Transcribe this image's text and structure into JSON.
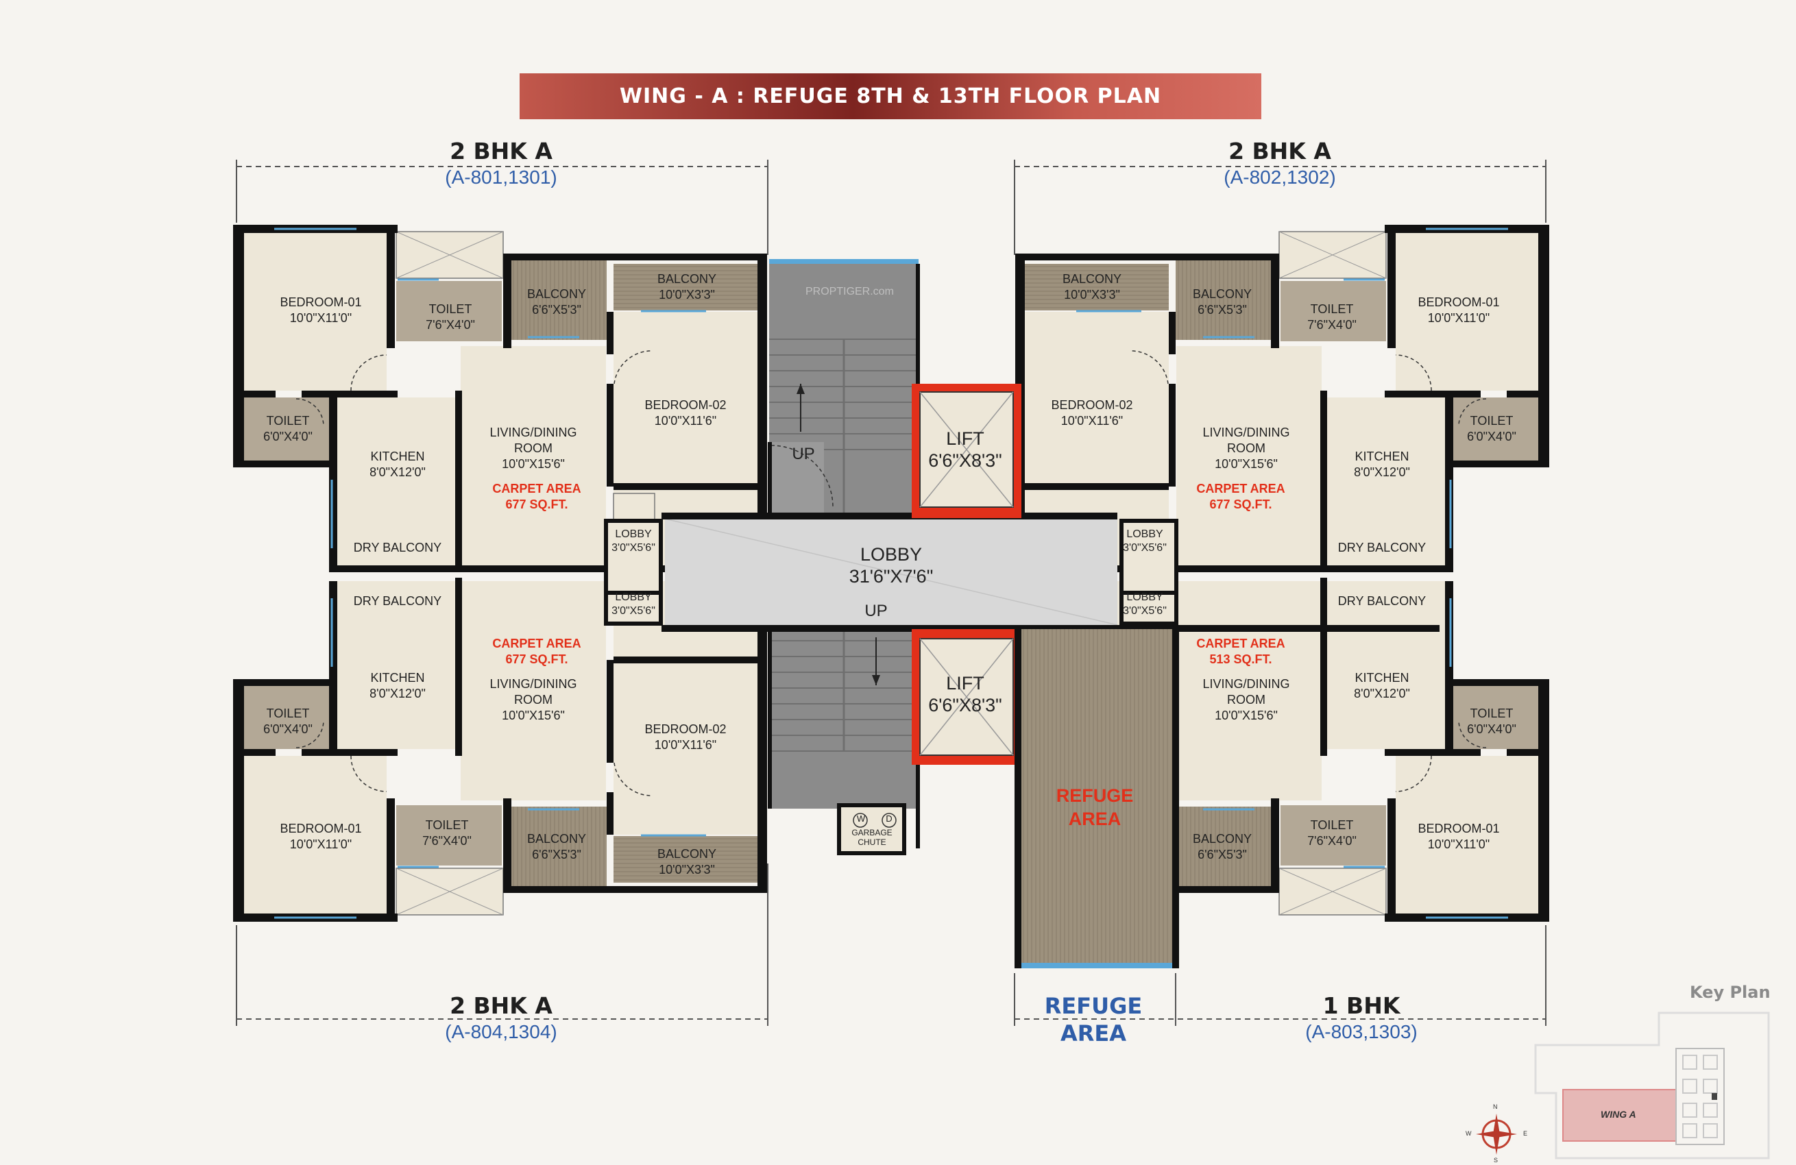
{
  "banner": {
    "title": "WING - A : REFUGE 8TH & 13TH FLOOR PLAN"
  },
  "units": {
    "top_left": {
      "name": "2 BHK A",
      "numbers": "(A-801,1301)"
    },
    "top_right": {
      "name": "2 BHK A",
      "numbers": "(A-802,1302)"
    },
    "bottom_left": {
      "name": "2 BHK A",
      "numbers": "(A-804,1304)"
    },
    "bottom_right": {
      "name": "1 BHK",
      "numbers": "(A-803,1303)"
    },
    "refuge": {
      "line1": "REFUGE",
      "line2": "AREA"
    }
  },
  "rooms": {
    "bedroom01": {
      "name": "BEDROOM-01",
      "size": "10'0\"X11'0\""
    },
    "bedroom02": {
      "name": "BEDROOM-02",
      "size": "10'0\"X11'6\""
    },
    "toilet_a": {
      "name": "TOILET",
      "size": "7'6\"X4'0\""
    },
    "toilet_b": {
      "name": "TOILET",
      "size": "6'0\"X4'0\""
    },
    "balcony_a": {
      "name": "BALCONY",
      "size": "6'6\"X5'3\""
    },
    "balcony_b": {
      "name": "BALCONY",
      "size": "10'0\"X3'3\""
    },
    "kitchen": {
      "name": "KITCHEN",
      "size": "8'0\"X12'0\""
    },
    "living": {
      "line1": "LIVING/DINING",
      "line2": "ROOM",
      "size": "10'0\"X15'6\""
    },
    "dry_balcony": {
      "name": "DRY BALCONY"
    },
    "carpet_677": {
      "line1": "CARPET AREA",
      "line2": "677 SQ.FT."
    },
    "carpet_513": {
      "line1": "CARPET AREA",
      "line2": "513 SQ.FT."
    },
    "small_lobby": {
      "name": "LOBBY",
      "size": "3'0\"X5'6\""
    }
  },
  "core": {
    "lobby_name": "LOBBY",
    "lobby_size": "31'6\"X7'6\"",
    "lift_name": "LIFT",
    "lift_size": "6'6\"X8'3\"",
    "up": "UP",
    "refuge_line1": "REFUGE",
    "refuge_line2": "AREA",
    "garbage_w": "W",
    "garbage_d": "D",
    "garbage_line1": "GARBAGE",
    "garbage_line2": "CHUTE",
    "watermark": "PROPTIGER.com"
  },
  "keyplan": {
    "title": "Key Plan",
    "wing": "WING A",
    "n": "N",
    "s": "S",
    "e": "E",
    "w": "W"
  },
  "colors": {
    "room": "#ede7d8",
    "toilet": "#b3a896",
    "balcony": "#9d917d",
    "wall": "#111111",
    "stair": "#8b8b8b",
    "lobby": "#d8d8d8",
    "lift_frame": "#e2301a",
    "refuge": "#9f9280",
    "accent_red": "#e2301a",
    "accent_blue": "#2f5da8"
  }
}
